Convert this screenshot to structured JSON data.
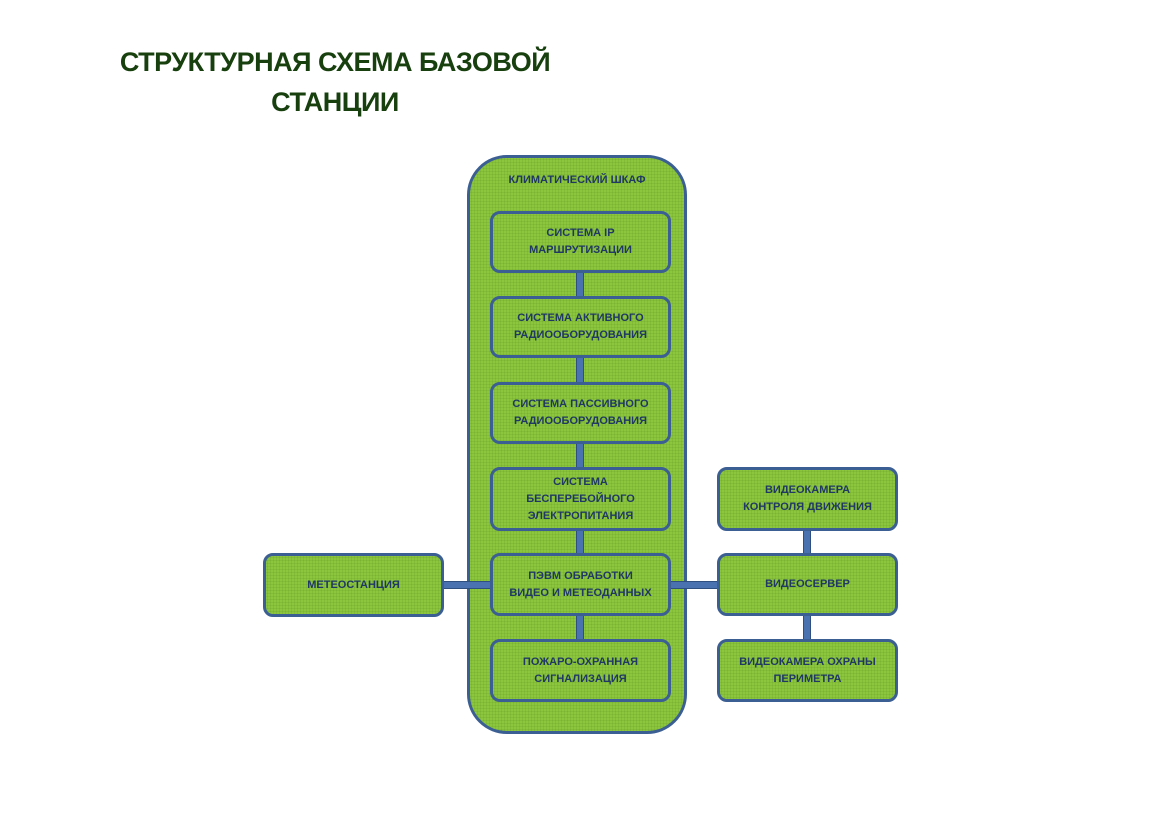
{
  "title": {
    "line1": "СТРУКТУРНАЯ СХЕМА БАЗОВОЙ",
    "line2": "СТАНЦИИ"
  },
  "cabinet": {
    "label": "КЛИМАТИЧЕСКИЙ ШКАФ",
    "items": [
      "СИСТЕМА IP\nМАРШРУТИЗАЦИИ",
      "СИСТЕМА АКТИВНОГО\nРАДИООБОРУДОВАНИЯ",
      "СИСТЕМА ПАССИВНОГО\nРАДИООБОРУДОВАНИЯ",
      "СИСТЕМА\nБЕСПЕРЕБОЙНОГО\nЭЛЕКТРОПИТАНИЯ",
      "ПЭВМ ОБРАБОТКИ\nВИДЕО И МЕТЕОДАННЫХ",
      "ПОЖАРО-ОХРАННАЯ\nСИГНАЛИЗАЦИЯ"
    ]
  },
  "left": {
    "meteo": "МЕТЕОСТАНЦИЯ"
  },
  "right": {
    "camera_motion": "ВИДЕОКАМЕРА\nКОНТРОЛЯ ДВИЖЕНИЯ",
    "videoserver": "ВИДЕОСЕРВЕР",
    "camera_perimeter": "ВИДЕОКАМЕРА ОХРАНЫ\nПЕРИМЕТРА"
  }
}
